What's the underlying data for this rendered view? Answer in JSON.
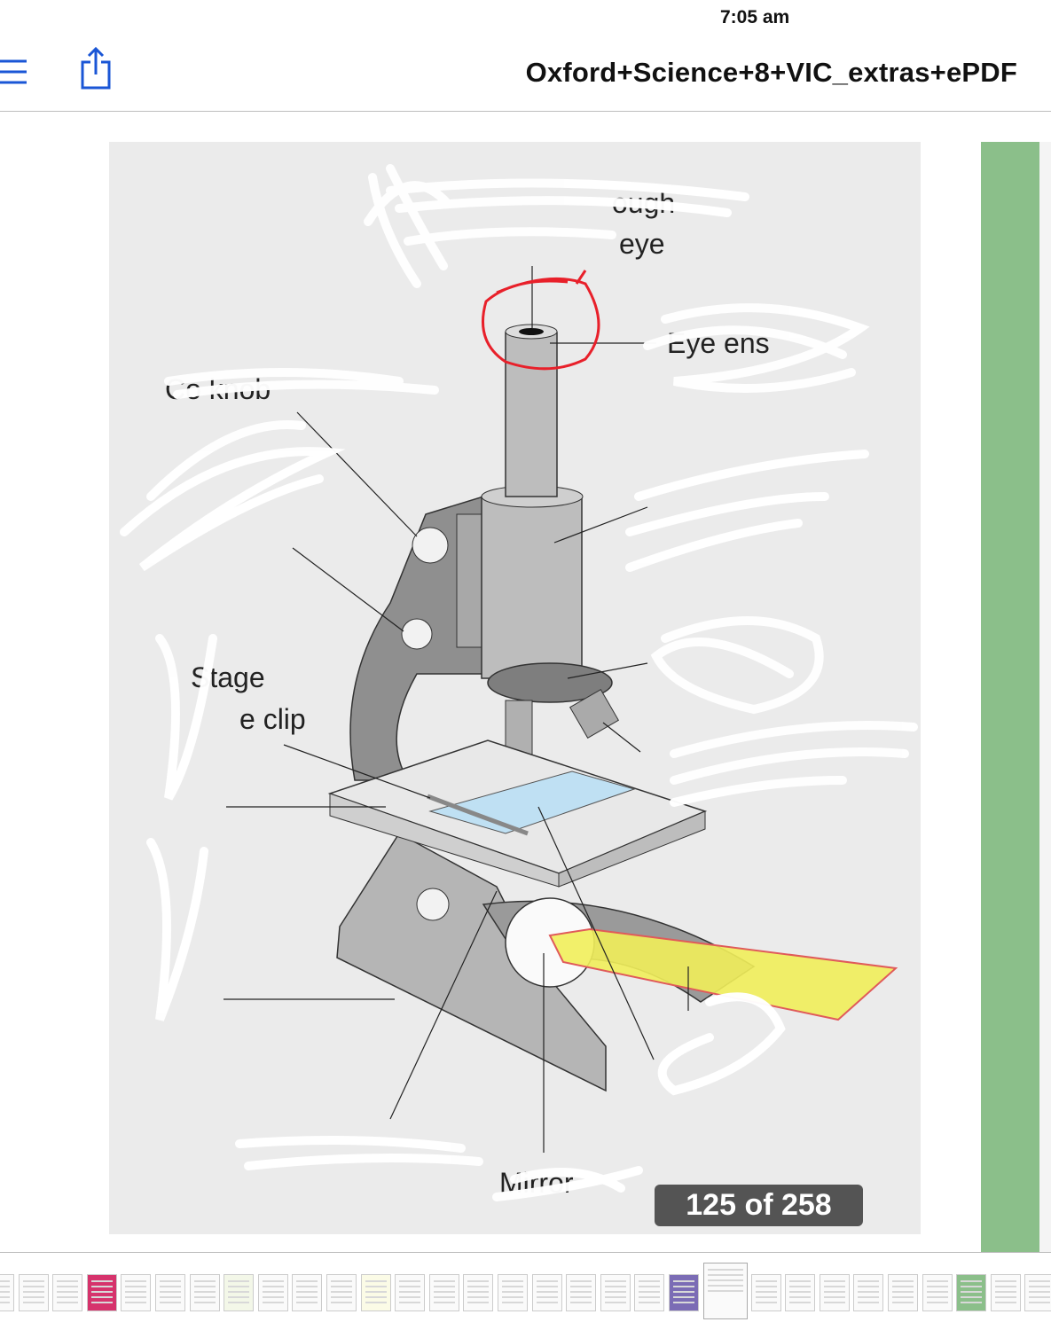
{
  "status_bar": {
    "time": "7:05 am"
  },
  "toolbar": {
    "menu_icon": "hamburger-icon",
    "share_icon": "share-icon",
    "title": "Oxford+Science+8+VIC_extras+ePDF"
  },
  "page": {
    "labels": {
      "top_line1": "ough",
      "top_line2": "eye",
      "eyepiece": "Eye     ens",
      "coarse_focus": "Co            knob",
      "stage": "Stage",
      "stage_clip": "e clip",
      "mirror": "Mirror"
    },
    "accent_colors": {
      "annotation_circle": "#e8202a",
      "light_ray": "#f1ee5a",
      "page_bg": "#ebebeb"
    }
  },
  "page_indicator": {
    "current": 125,
    "total": 258,
    "text": "125 of 258"
  },
  "thumbnails": [
    {
      "color": "#fafafa"
    },
    {
      "color": "#fafafa"
    },
    {
      "color": "#fafafa"
    },
    {
      "color": "#d6336c"
    },
    {
      "color": "#fafafa"
    },
    {
      "color": "#fafafa"
    },
    {
      "color": "#fafafa"
    },
    {
      "color": "#f3f7e8"
    },
    {
      "color": "#fafafa"
    },
    {
      "color": "#fafafa"
    },
    {
      "color": "#fafafa"
    },
    {
      "color": "#fbfbe6"
    },
    {
      "color": "#fafafa"
    },
    {
      "color": "#fafafa"
    },
    {
      "color": "#fafafa"
    },
    {
      "color": "#fafafa"
    },
    {
      "color": "#fafafa"
    },
    {
      "color": "#fafafa"
    },
    {
      "color": "#fafafa"
    },
    {
      "color": "#fafafa"
    },
    {
      "color": "#7b6cb5"
    },
    {
      "color": "#fafafa",
      "selected": true
    },
    {
      "color": "#fafafa"
    },
    {
      "color": "#fafafa"
    },
    {
      "color": "#fafafa"
    },
    {
      "color": "#fafafa"
    },
    {
      "color": "#fafafa"
    },
    {
      "color": "#fafafa"
    },
    {
      "color": "#8bbf8a"
    },
    {
      "color": "#fafafa"
    },
    {
      "color": "#fafafa"
    }
  ]
}
